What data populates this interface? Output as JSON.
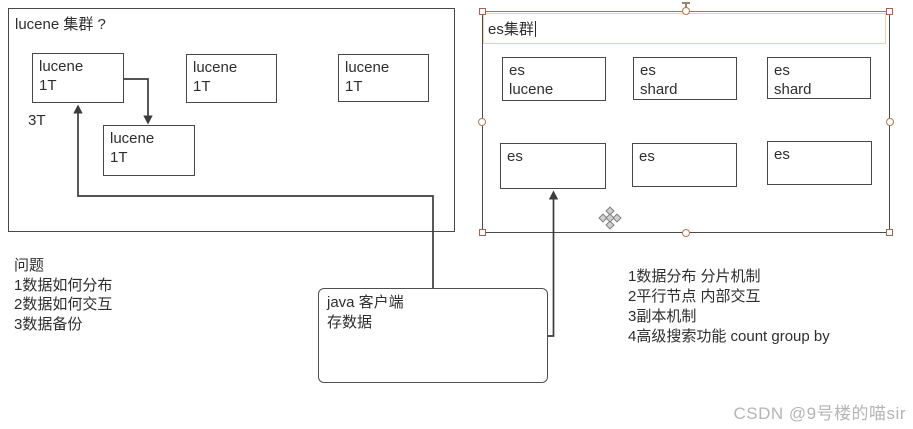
{
  "lucene_cluster": {
    "title": "lucene 集群 ?",
    "total_label": "3T",
    "nodes": [
      {
        "line1": "lucene",
        "line2": "1T"
      },
      {
        "line1": "lucene",
        "line2": "1T"
      },
      {
        "line1": "lucene",
        "line2": "1T"
      },
      {
        "line1": "lucene",
        "line2": "1T"
      }
    ]
  },
  "es_cluster": {
    "title": "es集群",
    "nodes_row1": [
      {
        "line1": "es",
        "line2": "lucene"
      },
      {
        "line1": "es",
        "line2": "shard"
      },
      {
        "line1": "es",
        "line2": "shard"
      }
    ],
    "nodes_row2": [
      {
        "line1": "es"
      },
      {
        "line1": "es"
      },
      {
        "line1": "es"
      }
    ]
  },
  "java_client": {
    "line1": "java 客户端",
    "line2": "存数据"
  },
  "notes_left": {
    "lines": [
      "问题",
      "1数据如何分布",
      "2数据如何交互",
      "3数据备份"
    ]
  },
  "notes_right": {
    "lines": [
      "1数据分布 分片机制",
      "2平行节点 内部交互",
      "3副本机制",
      "4高级搜索功能 count group by"
    ]
  },
  "watermark": "CSDN @9号楼的喵sir",
  "colors": {
    "line": "#3c3c3c",
    "selection_frame": "#b0744c",
    "selection_light": "#f2d2a0",
    "handle_border": "#a06a52",
    "watermark": "#b5b5b5"
  }
}
